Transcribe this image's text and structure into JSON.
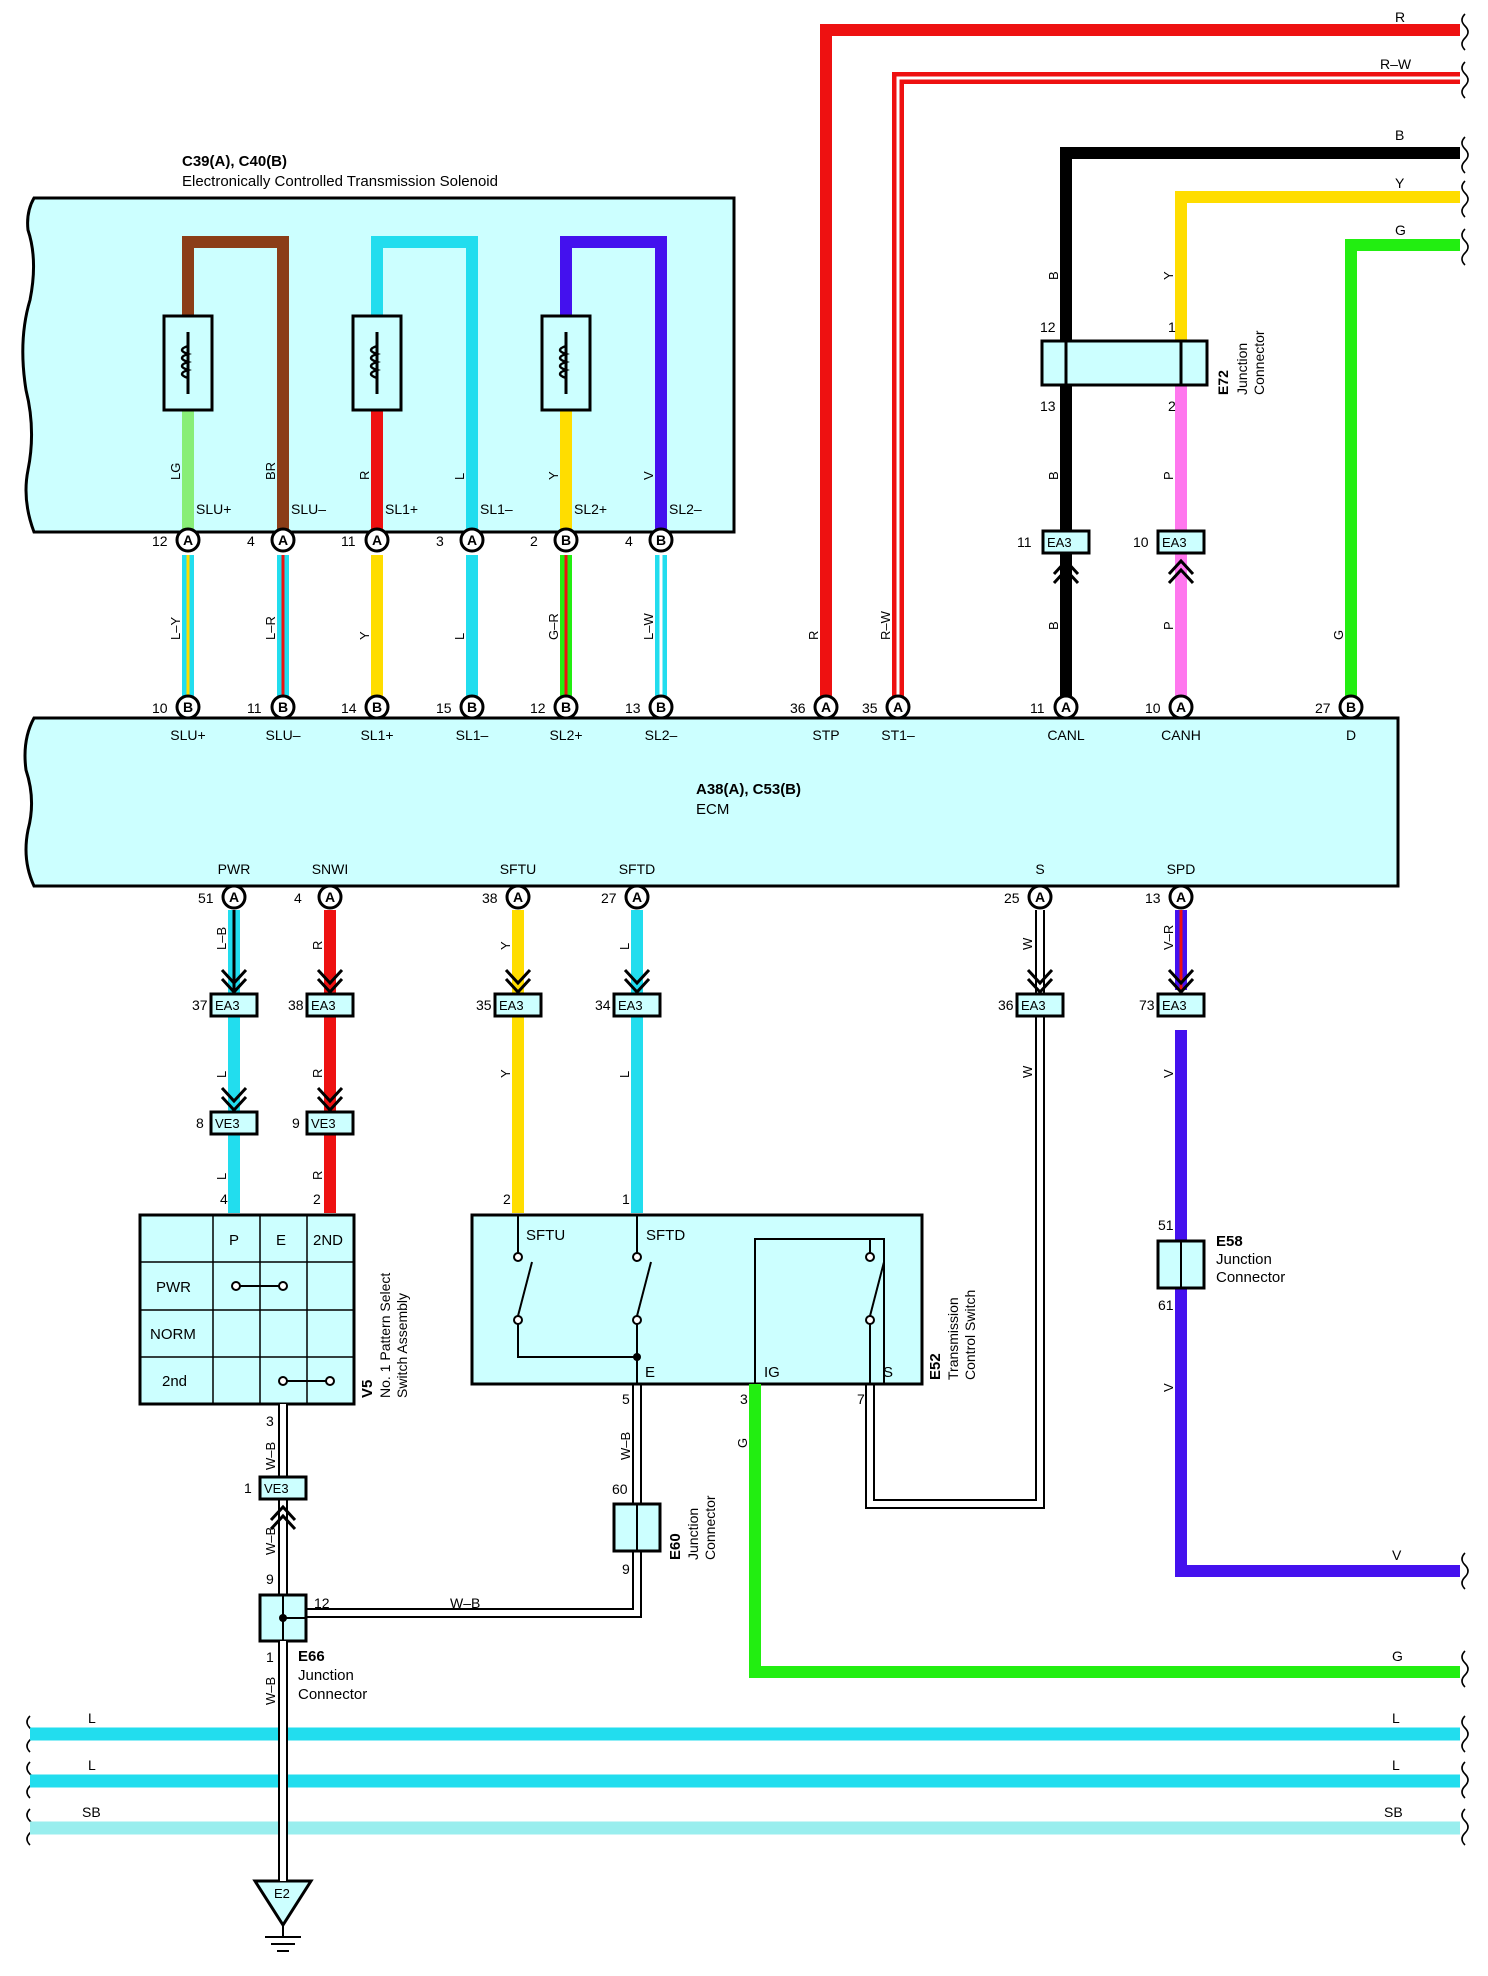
{
  "colors": {
    "LG": "#88ee77",
    "BR": "#8b3e18",
    "R": "#ee1111",
    "L": "#22ddee",
    "Y": "#ffdd00",
    "V": "#4411ee",
    "B": "#000000",
    "P": "#ff77ee",
    "G": "#22ee11",
    "W": "#ffffff",
    "SB": "#99eeee",
    "body": "#ccffff"
  },
  "solenoid": {
    "ref": "C39(A), C40(B)",
    "name": "Electronically Controlled Transmission Solenoid",
    "pins": [
      {
        "pin": "12",
        "conn": "A",
        "label": "SLU+",
        "wire": "LG"
      },
      {
        "pin": "4",
        "conn": "A",
        "label": "SLU–",
        "wire": "BR"
      },
      {
        "pin": "11",
        "conn": "A",
        "label": "SL1+",
        "wire": "R"
      },
      {
        "pin": "3",
        "conn": "A",
        "label": "SL1–",
        "wire": "L"
      },
      {
        "pin": "2",
        "conn": "B",
        "label": "SL2+",
        "wire": "Y"
      },
      {
        "pin": "4",
        "conn": "B",
        "label": "SL2–",
        "wire": "V"
      }
    ]
  },
  "ecm": {
    "ref": "A38(A), C53(B)",
    "name": "ECM",
    "top_pins": [
      {
        "pin": "10",
        "conn": "B",
        "label": "SLU+",
        "wire": "L–Y"
      },
      {
        "pin": "11",
        "conn": "B",
        "label": "SLU–",
        "wire": "L–R"
      },
      {
        "pin": "14",
        "conn": "B",
        "label": "SL1+",
        "wire": "Y"
      },
      {
        "pin": "15",
        "conn": "B",
        "label": "SL1–",
        "wire": "L"
      },
      {
        "pin": "12",
        "conn": "B",
        "label": "SL2+",
        "wire": "G–R"
      },
      {
        "pin": "13",
        "conn": "B",
        "label": "SL2–",
        "wire": "L–W"
      },
      {
        "pin": "36",
        "conn": "A",
        "label": "STP",
        "wire": "R"
      },
      {
        "pin": "35",
        "conn": "A",
        "label": "ST1–",
        "wire": "R–W"
      },
      {
        "pin": "11",
        "conn": "A",
        "label": "CANL",
        "wire": "B"
      },
      {
        "pin": "10",
        "conn": "A",
        "label": "CANH",
        "wire": "P"
      },
      {
        "pin": "27",
        "conn": "B",
        "label": "D",
        "wire": "G"
      }
    ],
    "bottom_pins": [
      {
        "pin": "51",
        "conn": "A",
        "label": "PWR",
        "wire": "L–B"
      },
      {
        "pin": "4",
        "conn": "A",
        "label": "SNWI",
        "wire": "R"
      },
      {
        "pin": "38",
        "conn": "A",
        "label": "SFTU",
        "wire": "Y"
      },
      {
        "pin": "27",
        "conn": "A",
        "label": "SFTD",
        "wire": "L"
      },
      {
        "pin": "25",
        "conn": "A",
        "label": "S",
        "wire": "W"
      },
      {
        "pin": "13",
        "conn": "A",
        "label": "SPD",
        "wire": "V–R"
      }
    ]
  },
  "top_wires": [
    {
      "label": "R"
    },
    {
      "label": "R–W"
    },
    {
      "label": "B"
    },
    {
      "label": "Y"
    },
    {
      "label": "G"
    }
  ],
  "e72": {
    "ref": "E72",
    "name1": "Junction",
    "name2": "Connector",
    "pin_top_b": "12",
    "pin_top_p": "1",
    "pin_bot_b": "13",
    "pin_bot_p": "2",
    "wire_b_top": "B",
    "wire_y_top": "Y",
    "wire_b_bot": "B",
    "wire_p_bot": "P"
  },
  "ea3_upper": [
    {
      "pin": "11",
      "name": "EA3",
      "wire_below": "B"
    },
    {
      "pin": "10",
      "name": "EA3",
      "wire_below": "P"
    }
  ],
  "ea3_lower": [
    {
      "pin": "37",
      "name": "EA3",
      "wire_above": "L–B",
      "wire_below": "L"
    },
    {
      "pin": "38",
      "name": "EA3",
      "wire_above": "R",
      "wire_below": "R"
    },
    {
      "pin": "35",
      "name": "EA3",
      "wire_above": "Y",
      "wire_below": "Y"
    },
    {
      "pin": "34",
      "name": "EA3",
      "wire_above": "L",
      "wire_below": "L"
    },
    {
      "pin": "36",
      "name": "EA3",
      "wire_above": "W",
      "wire_below": "W"
    },
    {
      "pin": "73",
      "name": "EA3",
      "wire_above": "V–R",
      "wire_below": "V"
    }
  ],
  "ve3": [
    {
      "pin": "8",
      "name": "VE3",
      "wire_below": "L",
      "dest_pin": "4"
    },
    {
      "pin": "9",
      "name": "VE3",
      "wire_below": "R",
      "dest_pin": "2"
    }
  ],
  "v5": {
    "ref": "V5",
    "name1": "No. 1 Pattern Select",
    "name2": "Switch Assembly",
    "cols": [
      "P",
      "E",
      "2ND"
    ],
    "rows": [
      "PWR",
      "NORM",
      "2nd"
    ],
    "out_pin": "3",
    "out_wire": "W–B"
  },
  "ve3_ground": {
    "pin": "1",
    "name": "VE3",
    "wire": "W–B",
    "pin_below": "9"
  },
  "e66": {
    "ref": "E66",
    "name1": "Junction",
    "name2": "Connector",
    "pin_right": "12",
    "pin_bottom": "1",
    "wire_right": "W–B",
    "wire_bottom": "W–B"
  },
  "ground": {
    "label": "E2"
  },
  "e52": {
    "ref": "E52",
    "name1": "Transmission",
    "name2": "Control Switch",
    "sw1": "SFTU",
    "sw2": "SFTD",
    "common": "E",
    "ig": "IG",
    "s": "S",
    "pin_sftu": "2",
    "pin_sftd": "1",
    "pin_e": "5",
    "pin_ig": "3",
    "pin_s": "7",
    "wire_e": "W–B",
    "wire_ig": "G"
  },
  "e60": {
    "ref": "E60",
    "name1": "Junction",
    "name2": "Connector",
    "pin_top": "60",
    "pin_bottom": "9"
  },
  "e58": {
    "ref": "E58",
    "name1": "Junction",
    "name2": "Connector",
    "pin_top": "51",
    "pin_bottom": "61",
    "wire_below": "V"
  },
  "right_wires": [
    {
      "label": "V"
    },
    {
      "label": "G"
    }
  ],
  "bus_wires": [
    {
      "label_left": "L",
      "label_right": "L"
    },
    {
      "label_left": "L",
      "label_right": "L"
    },
    {
      "label_left": "SB",
      "label_right": "SB"
    }
  ]
}
